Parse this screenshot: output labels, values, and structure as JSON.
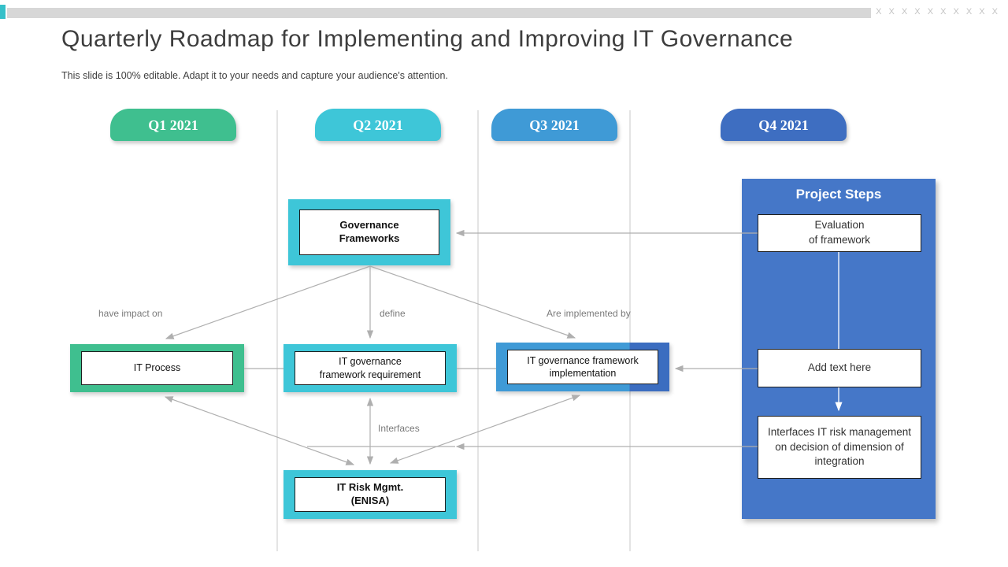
{
  "top_bar": {
    "placeholder_text": "X X X X X X X X X X"
  },
  "header": {
    "title": "Quarterly Roadmap for Implementing and Improving IT Governance",
    "subtitle": "This slide is 100% editable. Adapt it to your needs and capture your audience's attention."
  },
  "quarters": [
    {
      "label": "Q1 2021",
      "color": "#3fbf8f"
    },
    {
      "label": "Q2 2021",
      "color": "#3ec6d8"
    },
    {
      "label": "Q3 2021",
      "color": "#3f9ad6"
    },
    {
      "label": "Q4 2021",
      "color": "#3e6ec1"
    }
  ],
  "boxes": {
    "governance": "Governance\nFrameworks",
    "it_process": "IT Process",
    "requirement": "IT governance\nframework requirement",
    "implementation": "IT governance framework\nimplementation",
    "risk": "IT Risk Mgmt.\n(ENISA)"
  },
  "connector_labels": {
    "impact": "have impact on",
    "define": "define",
    "implemented": "Are implemented by",
    "interfaces": "Interfaces"
  },
  "panel": {
    "title": "Project Steps",
    "color": "#4577c8",
    "steps": [
      "Evaluation\nof framework",
      "Add text here",
      "Interfaces IT risk management on decision of dimension of integration"
    ]
  },
  "colors": {
    "q1_green": "#3fbf8f",
    "q2_cyan": "#3ec6d8",
    "q3_blue": "#3f9ad6",
    "q4_dark_blue": "#3e6ec1",
    "panel_blue": "#4577c8",
    "connector_gray": "#afafaf",
    "gridline_gray": "#dbdbdb",
    "top_bar_gray": "#d7d7d7"
  }
}
